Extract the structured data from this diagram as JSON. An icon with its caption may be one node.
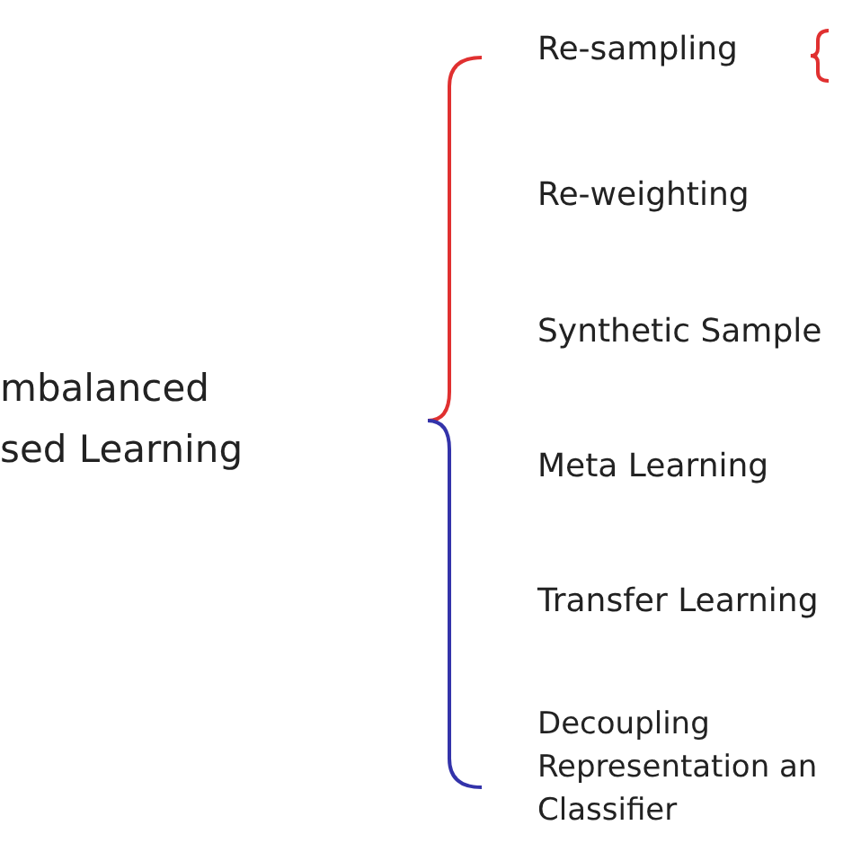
{
  "diagram": {
    "labels": [
      "mbalanced sed Learning",
      "Re-sampling",
      "Re-weighting",
      "Synthetic Sample",
      "Meta Learning",
      "Transfer Learning",
      "Decoupling Representation an Classifier"
    ]
  }
}
